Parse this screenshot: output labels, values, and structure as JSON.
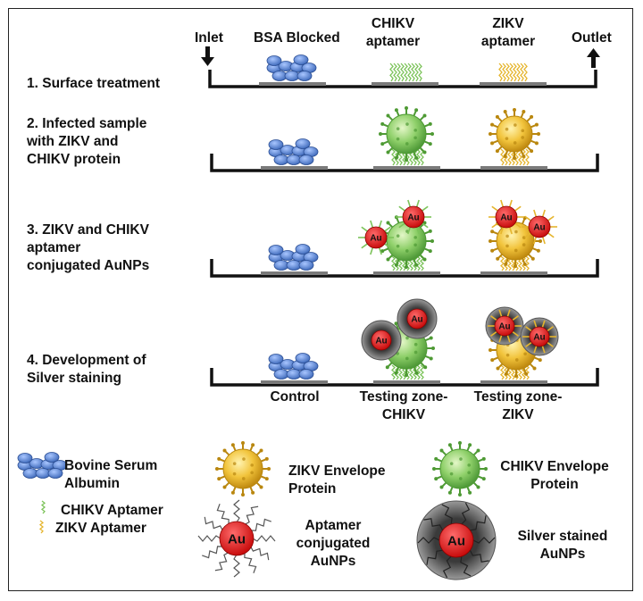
{
  "header": {
    "inlet": "Inlet",
    "bsa_blocked": "BSA Blocked",
    "chikv_aptamer": "CHIKV\naptamer",
    "zikv_aptamer": "ZIKV\naptamer",
    "outlet": "Outlet"
  },
  "steps": [
    {
      "label": "1. Surface treatment"
    },
    {
      "label": "2. Infected sample\nwith ZIKV and\nCHIKV protein"
    },
    {
      "label": "3. ZIKV and CHIKV\naptamer\nconjugated AuNPs"
    },
    {
      "label": "4. Development of\nSilver staining"
    }
  ],
  "zones": {
    "control": "Control",
    "chikv": "Testing zone-\nCHIKV",
    "zikv": "Testing zone-\nZIKV"
  },
  "particle_label": "Au",
  "legend": {
    "bsa": "Bovine Serum\nAlbumin",
    "zikv_envelope": "ZIKV Envelope\nProtein",
    "chikv_envelope": "CHIKV Envelope\nProtein",
    "chikv_aptamer": "CHIKV Aptamer",
    "zikv_aptamer": "ZIKV Aptamer",
    "aptamer_aunp": "Aptamer\nconjugated\nAuNPs",
    "silver_aunp": "Silver stained\nAuNPs"
  },
  "colors": {
    "bsa": "#4a78c8",
    "chikv": "#7cc35a",
    "zikv": "#e5b52e",
    "gold_np": "#e01818",
    "silver": "#6a6a6a",
    "pad": "#7a7a7a"
  }
}
